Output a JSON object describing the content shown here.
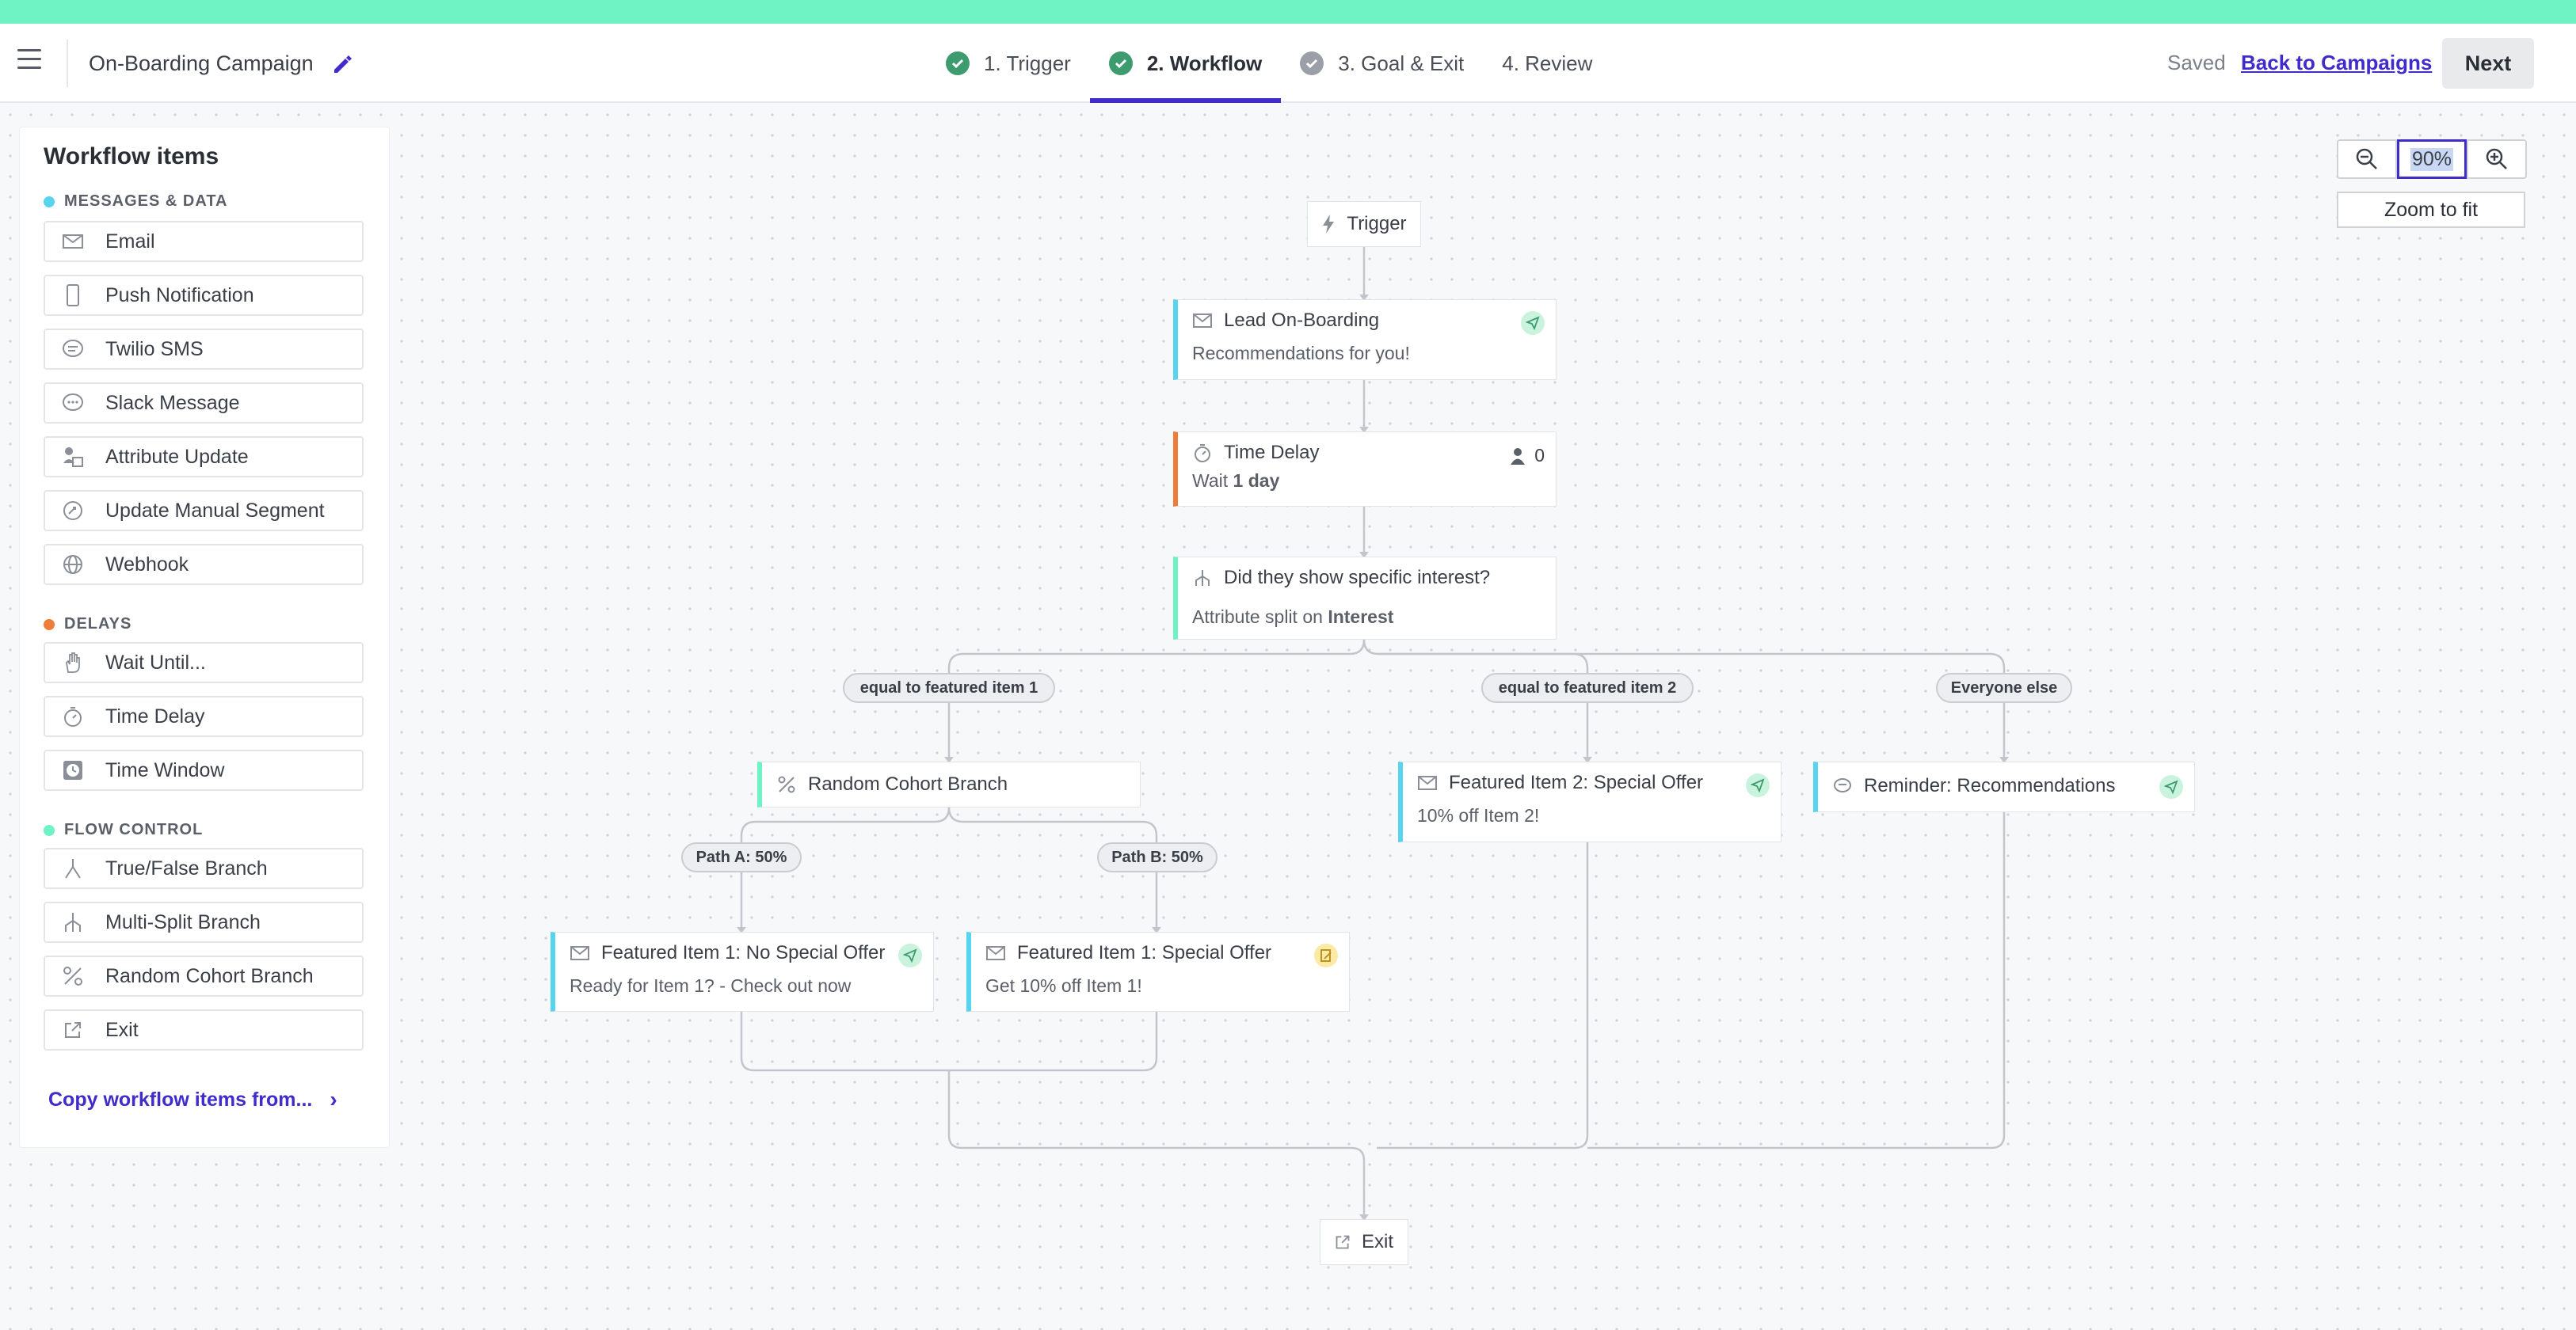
{
  "header": {
    "campaign_title": "On-Boarding Campaign",
    "steps": [
      {
        "label": "1. Trigger",
        "state": "done"
      },
      {
        "label": "2. Workflow",
        "state": "active"
      },
      {
        "label": "3. Goal & Exit",
        "state": "partial"
      },
      {
        "label": "4. Review",
        "state": "none"
      }
    ],
    "saved_label": "Saved",
    "back_label": "Back to Campaigns",
    "next_label": "Next"
  },
  "panel": {
    "title": "Workflow items",
    "sections": [
      {
        "label": "MESSAGES & DATA",
        "color": "#57d4ee"
      },
      {
        "label": "DELAYS",
        "color": "#ef7d3a"
      },
      {
        "label": "FLOW CONTROL",
        "color": "#6ff2c4"
      }
    ],
    "items": [
      {
        "label": "Email",
        "icon": "envelope-icon"
      },
      {
        "label": "Push Notification",
        "icon": "phone-icon"
      },
      {
        "label": "Twilio SMS",
        "icon": "sms-bubble-icon"
      },
      {
        "label": "Slack Message",
        "icon": "chat-bubble-icon"
      },
      {
        "label": "Attribute Update",
        "icon": "user-attribute-icon"
      },
      {
        "label": "Update Manual Segment",
        "icon": "segment-icon"
      },
      {
        "label": "Webhook",
        "icon": "globe-icon"
      },
      {
        "label": "Wait Until...",
        "icon": "hand-icon"
      },
      {
        "label": "Time Delay",
        "icon": "stopwatch-icon"
      },
      {
        "label": "Time Window",
        "icon": "clock-icon"
      },
      {
        "label": "True/False Branch",
        "icon": "branch-icon"
      },
      {
        "label": "Multi-Split Branch",
        "icon": "multi-branch-icon"
      },
      {
        "label": "Random Cohort Branch",
        "icon": "percent-icon"
      },
      {
        "label": "Exit",
        "icon": "exit-icon"
      }
    ],
    "copy_label": "Copy workflow items from..."
  },
  "zoom": {
    "level": "90%",
    "fit_label": "Zoom to fit"
  },
  "workflow": {
    "trigger_label": "Trigger",
    "lead": {
      "title": "Lead On-Boarding",
      "subtitle": "Recommendations for you!"
    },
    "delay": {
      "title": "Time Delay",
      "prefix": "Wait ",
      "bold": "1 day",
      "count": "0"
    },
    "split": {
      "title": "Did they show specific interest?",
      "prefix": "Attribute split on ",
      "bold": "Interest"
    },
    "branch_labels": [
      "equal to featured item 1",
      "equal to featured item 2",
      "Everyone else"
    ],
    "cohort": {
      "title": "Random Cohort Branch"
    },
    "path_labels": [
      "Path A: 50%",
      "Path B: 50%"
    ],
    "item1_no": {
      "title": "Featured Item 1: No Special Offer",
      "subtitle": "Ready for Item 1? - Check out now"
    },
    "item1_yes": {
      "title": "Featured Item 1: Special Offer",
      "subtitle": "Get 10% off Item 1!"
    },
    "item2": {
      "title": "Featured Item 2: Special Offer",
      "subtitle": "10% off Item 2!"
    },
    "reminder": {
      "title": "Reminder: Recommendations"
    },
    "exit_label": "Exit"
  },
  "colors": {
    "accent": "#3f2ccb",
    "message": "#57d4ee",
    "delay": "#ef7d3a",
    "flow": "#6ff2c4",
    "success": "#3d9b6f"
  }
}
